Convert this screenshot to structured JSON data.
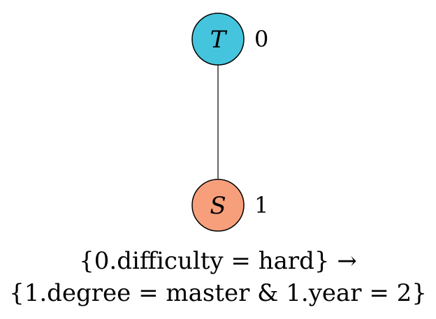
{
  "graph": {
    "nodes": [
      {
        "id": "T",
        "label": "T",
        "index": "0",
        "color": "#45c4dd"
      },
      {
        "id": "S",
        "label": "S",
        "index": "1",
        "color": "#f79f7b"
      }
    ],
    "edges": [
      {
        "from": "T",
        "to": "S"
      }
    ]
  },
  "rule": {
    "antecedent": "{0.difficulty = hard} →",
    "consequent": "{1.degree = master & 1.year = 2}"
  }
}
